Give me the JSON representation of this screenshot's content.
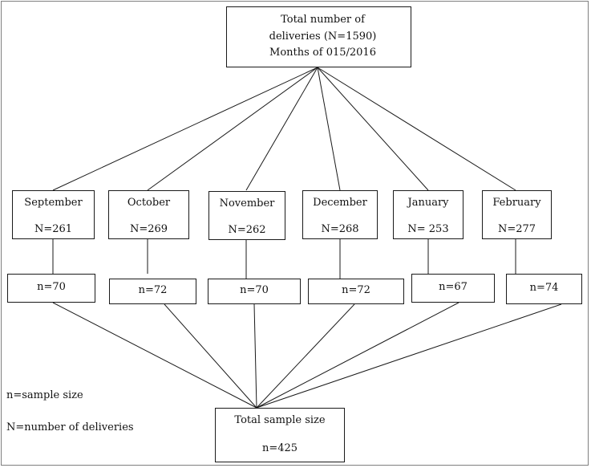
{
  "root": {
    "line1": "Total number of",
    "line2": "deliveries (N=1590)",
    "line3": "Months of 015/2016"
  },
  "months": [
    {
      "name": "September",
      "N": "N=261",
      "n": "n=70"
    },
    {
      "name": "October",
      "N": "N=269",
      "n": "n=72"
    },
    {
      "name": "November",
      "N": "N=262",
      "n": "n=70"
    },
    {
      "name": "December",
      "N": "N=268",
      "n": "n=72"
    },
    {
      "name": "January",
      "N": "N= 253",
      "n": "n=67"
    },
    {
      "name": "February",
      "N": "N=277",
      "n": "n=74"
    }
  ],
  "total": {
    "label": "Total sample size",
    "value": "n=425"
  },
  "legend": {
    "sample": "n=sample size",
    "deliveries": "N=number of deliveries"
  },
  "colors": {
    "line": "#1a1a1a",
    "frame": "#7f7f7f",
    "background": "#ffffff"
  }
}
